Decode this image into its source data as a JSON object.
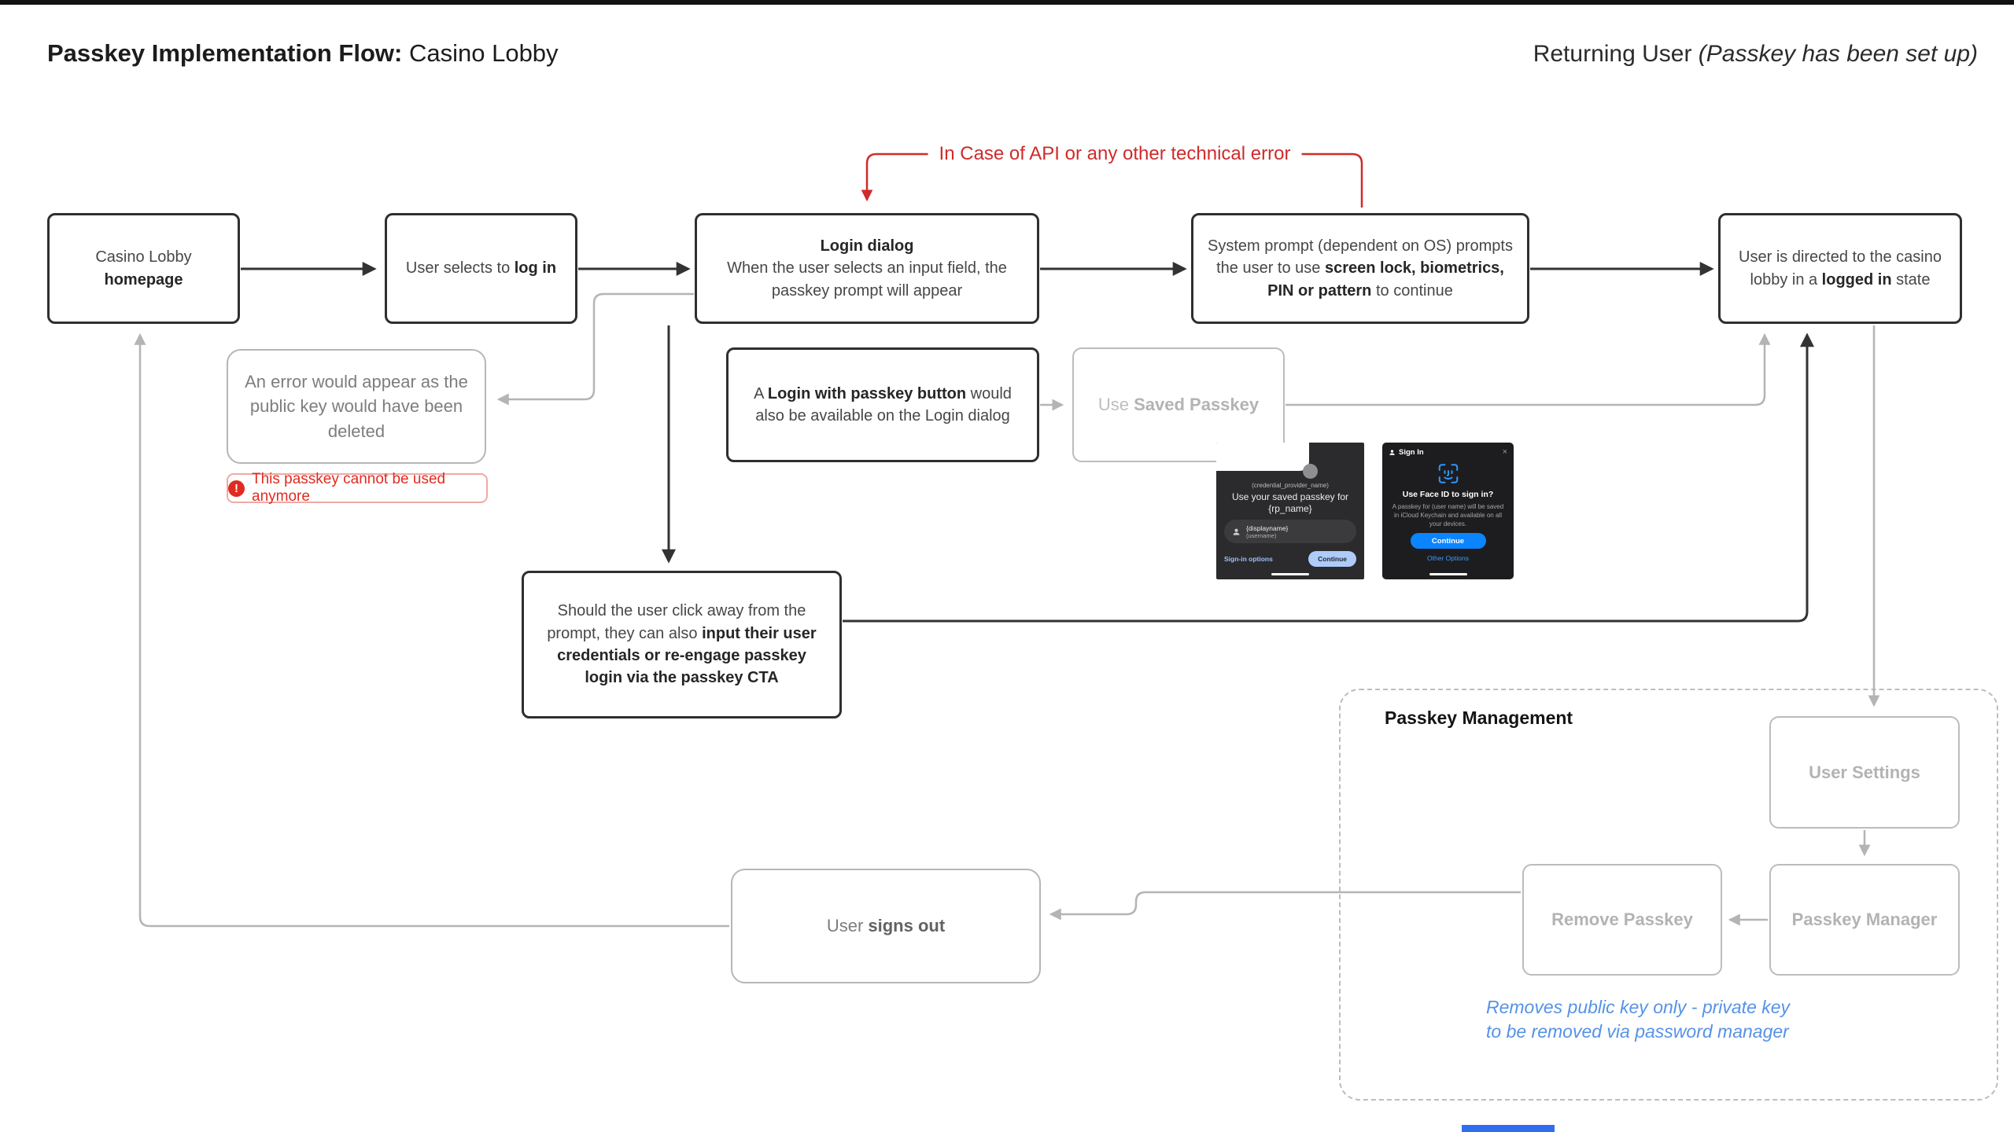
{
  "header": {
    "title_bold": "Passkey Implementation Flow:",
    "title_regular": " Casino Lobby",
    "subtitle_regular": "Returning User ",
    "subtitle_italic": "(Passkey has been set up)"
  },
  "annotation": {
    "error_flow": "In Case of API or any other technical error"
  },
  "nodes": {
    "homepage": {
      "line1": "Casino Lobby",
      "line2": "homepage"
    },
    "select_login": {
      "pre": "User selects to ",
      "bold": "log in"
    },
    "login_dialog": {
      "title": "Login dialog",
      "body": "When the user selects an input field, the passkey prompt will appear"
    },
    "system_prompt": {
      "pre": "System prompt (dependent on OS) prompts the user to use ",
      "bold": "screen lock, biometrics, PIN or pattern",
      "post": " to continue"
    },
    "logged_in": {
      "pre": "User is directed to the casino lobby in a ",
      "bold": "logged in",
      "post": " state"
    },
    "error_note": {
      "text": "An error would appear as the public key would have been deleted"
    },
    "error_badge": {
      "icon": "!",
      "text": "This passkey cannot be used anymore"
    },
    "passkey_button": {
      "pre": "A ",
      "bold": "Login with passkey button",
      "post": " would also be available on the Login dialog"
    },
    "use_saved_passkey": {
      "pre": "Use ",
      "bold": "Saved Passkey"
    },
    "click_away": {
      "pre": "Should the user click away from the prompt, they can also ",
      "bold": "input their user credentials or re-engage passkey login via the passkey CTA"
    },
    "signs_out": {
      "pre": "User ",
      "bold": "signs out"
    }
  },
  "passkey_management": {
    "title": "Passkey Management",
    "user_settings": "User Settings",
    "passkey_manager": "Passkey Manager",
    "remove_passkey": "Remove Passkey",
    "note_line1": "Removes public key only - private key",
    "note_line2": "to be removed via password manager"
  },
  "android_prompt": {
    "provider": "(credential_provider_name)",
    "title_line1": "Use your saved passkey for",
    "title_line2": "{rp_name}",
    "display_name": "{displayname}",
    "username": "(username)",
    "signin_options": "Sign-in options",
    "continue_label": "Continue"
  },
  "ios_prompt": {
    "header": "Sign In",
    "close": "×",
    "title": "Use Face ID to sign in?",
    "body": "A passkey for (user name) will be saved in iCloud Keychain and available on all your devices.",
    "continue_label": "Continue",
    "other_options": "Other Options"
  },
  "colors": {
    "node_border_dark": "#2f2f2f",
    "node_border_gray": "#b6b6b6",
    "arrow_dark": "#333333",
    "arrow_gray": "#b4b4b4",
    "annotation_red": "#cf2b2b",
    "badge_red": "#e02b20",
    "note_blue": "#5592e8",
    "android_accent": "#aecbfa",
    "ios_accent": "#0a84ff"
  }
}
